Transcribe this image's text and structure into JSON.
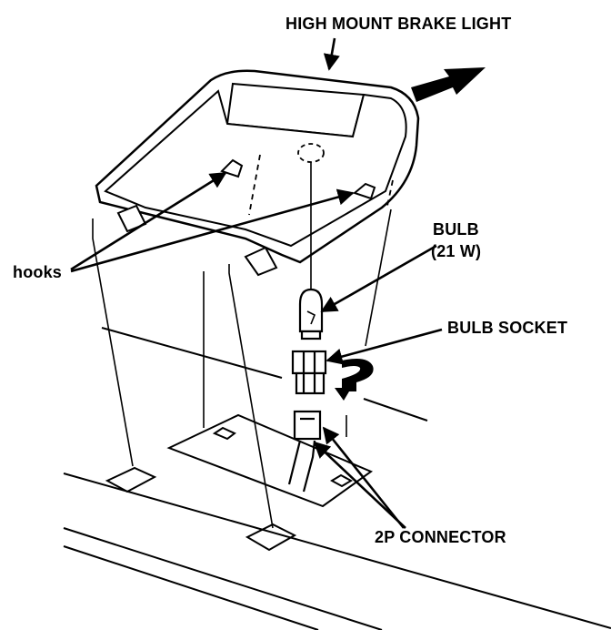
{
  "labels": {
    "title": "HIGH MOUNT BRAKE LIGHT",
    "hooks": "hooks",
    "bulb": "BULB",
    "bulb_wattage": "(21 W)",
    "bulb_socket": "BULB SOCKET",
    "connector": "2P CONNECTOR"
  },
  "colors": {
    "ink": "#000000",
    "paper": "#ffffff"
  }
}
